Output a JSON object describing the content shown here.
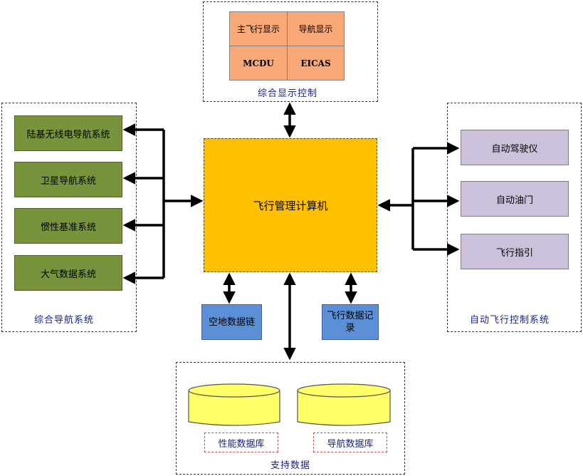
{
  "display_group": {
    "label": "综合显示控制",
    "cells": [
      "主飞行显示",
      "导航显示",
      "MCDU",
      "EICAS"
    ]
  },
  "nav_group": {
    "label": "综合导航系统",
    "items": [
      "陆基无线电导航系统",
      "卫星导航系统",
      "惯性基准系统",
      "大气数据系统"
    ]
  },
  "auto_group": {
    "label": "自动飞行控制系统",
    "items": [
      "自动驾驶仪",
      "自动油门",
      "飞行指引"
    ]
  },
  "center": {
    "label": "飞行管理计算机"
  },
  "datalink": {
    "label": "空地数据链"
  },
  "recorder": {
    "label": "飞行数据记录"
  },
  "support_group": {
    "label": "支持数据",
    "databases": [
      "性能数据库",
      "导航数据库"
    ]
  },
  "colors": {
    "center": "#ffc000",
    "nav_box": "#77933c",
    "auto_box": "#ccc1da",
    "display_cell": "#f9a877",
    "blue_box": "#5b8fd6",
    "database": "#ffff66",
    "group_label": "#1a237e"
  }
}
